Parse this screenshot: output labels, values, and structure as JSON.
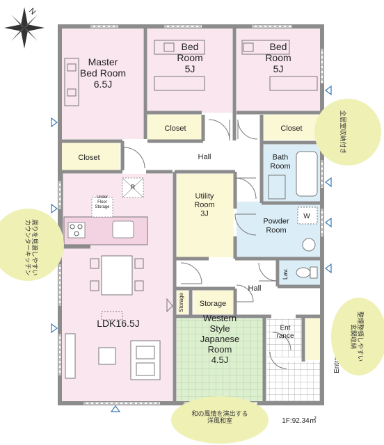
{
  "rooms": {
    "master": "Master\nBed Room\n6.5J",
    "bed1": "Bed\nRoom\n5J",
    "bed2": "Bed\nRoom\n5J",
    "closet_master": "Closet",
    "closet_bed1": "Closet",
    "closet_bed2": "Closet",
    "hall_upper": "Hall",
    "hall_lower": "Hall",
    "bath": "Bath\nRoom",
    "utility": "Utility\nRoom\n3J",
    "powder": "Powder\nRoom",
    "washer_mark": "W",
    "lav": "Lav.",
    "under_floor": "Under\nFloor\nStorage",
    "r_mark": "R",
    "ldk": "LDK16.5J",
    "storage_small": "Storage",
    "storage": "Storage",
    "japanese": "Western\nStyle\nJapanese\nRoom\n4.5J",
    "entrance": "Ent\nrance",
    "entrance_storage": "Entrance Storage"
  },
  "callouts": {
    "closets": "全居室収納付き",
    "kitchen": "周りを見渡しやすい\nカウンターキッチン",
    "japanese": "和の風情を演出する\n洋風和室",
    "entrance": "整理整頓しやすい\n玄関収納"
  },
  "compass": "N",
  "area": "1F:92.34㎡",
  "colors": {
    "pink": "#f9e6ef",
    "yellow": "#fbf8d5",
    "blue": "#dbeef8",
    "green": "#dcefcf",
    "callout": "#eef0b4",
    "wall": "#8c8c8c"
  }
}
